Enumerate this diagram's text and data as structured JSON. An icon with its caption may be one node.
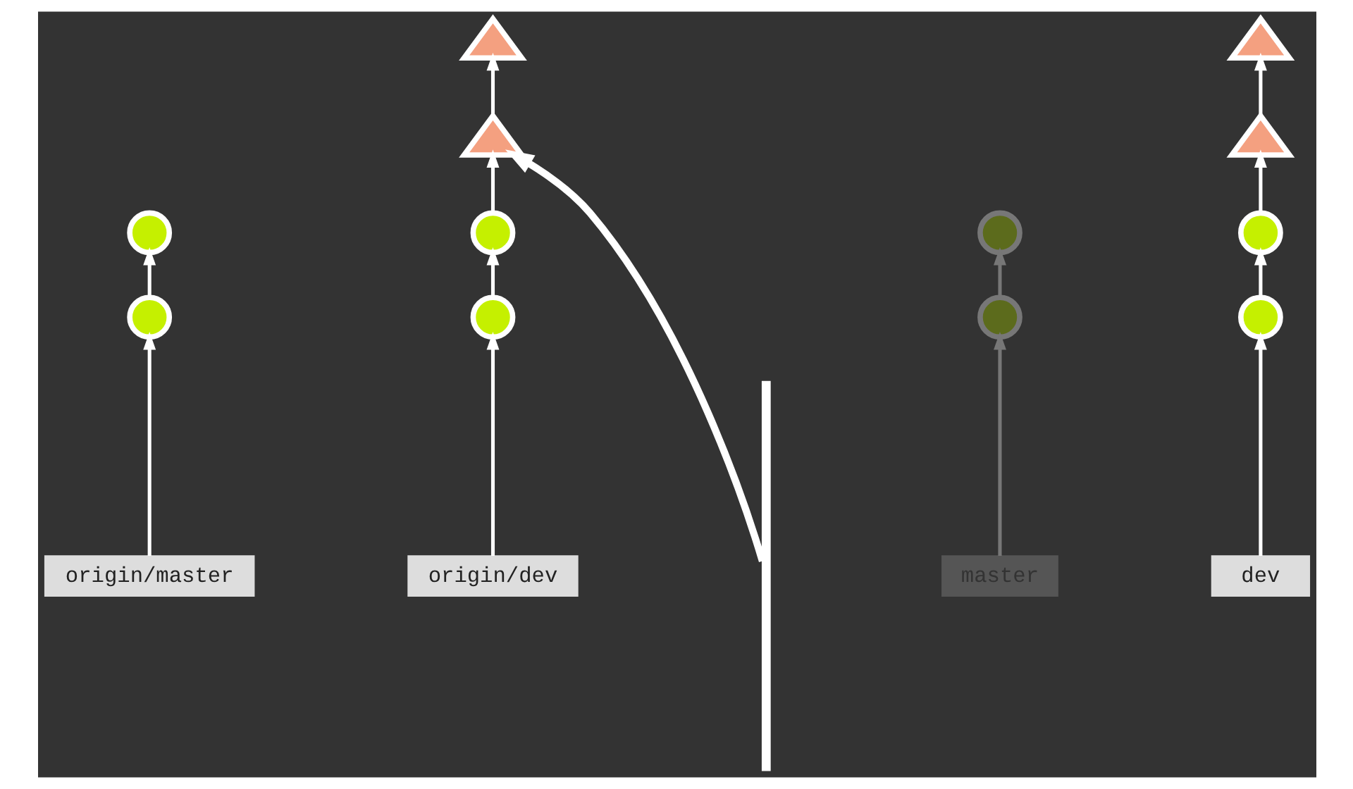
{
  "diagram": {
    "nodes": [
      {
        "text": [
          "origin/master"
        ]
      },
      {
        "text": [],
        "shape": "circle"
      },
      {
        "text": [],
        "shape": "circle"
      },
      {
        "text": [
          "origin/dev"
        ]
      },
      {
        "text": [],
        "shape": "circle"
      },
      {
        "text": [],
        "shape": "circle"
      },
      {
        "text": [],
        "shape": "triangle"
      },
      {
        "text": [],
        "shape": "triangle"
      },
      {
        "text": [
          "master"
        ]
      },
      {
        "text": [],
        "shape": "circle"
      },
      {
        "text": [],
        "shape": "circle"
      },
      {
        "text": [],
        "shape": "bar"
      },
      {
        "text": [
          "dev"
        ]
      },
      {
        "text": [],
        "shape": "circle"
      },
      {
        "text": [],
        "shape": "circle"
      },
      {
        "text": [],
        "shape": "triangle"
      },
      {
        "text": [],
        "shape": "triangle"
      }
    ],
    "edges": [
      {
        "from": 0,
        "to": 1,
        "arrow": "to"
      },
      {
        "from": 1,
        "to": 2,
        "arrow": "to"
      },
      {
        "from": 3,
        "to": 4,
        "arrow": "to"
      },
      {
        "from": 4,
        "to": 5,
        "arrow": "to"
      },
      {
        "from": 5,
        "to": 6,
        "arrow": "to"
      },
      {
        "from": 6,
        "to": 7,
        "arrow": "to"
      },
      {
        "from": 8,
        "to": 9,
        "arrow": "to",
        "color": "#777777"
      },
      {
        "from": 9,
        "to": 10,
        "arrow": "to",
        "color": "#777777"
      },
      {
        "from": 11,
        "to": 6,
        "arrow": "to",
        "style": "thick"
      },
      {
        "from": 12,
        "to": 13,
        "arrow": "to"
      },
      {
        "from": 13,
        "to": 14,
        "arrow": "to"
      },
      {
        "from": 14,
        "to": 15,
        "arrow": "to"
      },
      {
        "from": 15,
        "to": 16,
        "arrow": "to"
      }
    ]
  }
}
